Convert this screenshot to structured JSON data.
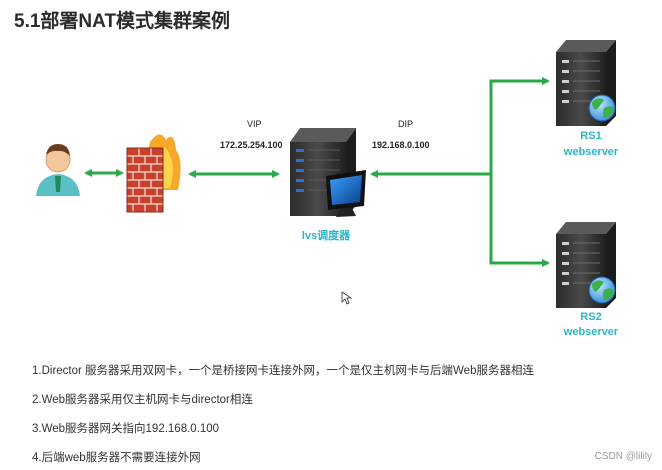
{
  "title": "5.1部署NAT模式集群案例",
  "labels": {
    "vip": "VIP",
    "vip_ip": "172.25.254.100",
    "dip": "DIP",
    "dip_ip": "192.168.0.100",
    "lvs": "lvs调度器",
    "rs1_name": "RS1",
    "rs1_role": "webserver",
    "rs2_name": "RS2",
    "rs2_role": "webserver"
  },
  "notes": [
    "1.Director 服务器采用双网卡，一个是桥接网卡连接外网，一个是仅主机网卡与后端Web服务器相连",
    "2.Web服务器采用仅主机网卡与director相连",
    "3.Web服务器网关指向192.168.0.100",
    "4.后端web服务器不需要连接外网"
  ],
  "watermark": "CSDN @lilily",
  "colors": {
    "link": "#2aa84a",
    "accent": "#2bb5c8"
  },
  "icons": [
    "user-icon",
    "firewall-icon",
    "lvs-server-icon",
    "monitor-icon",
    "webserver-icon",
    "globe-icon",
    "cursor-icon"
  ]
}
